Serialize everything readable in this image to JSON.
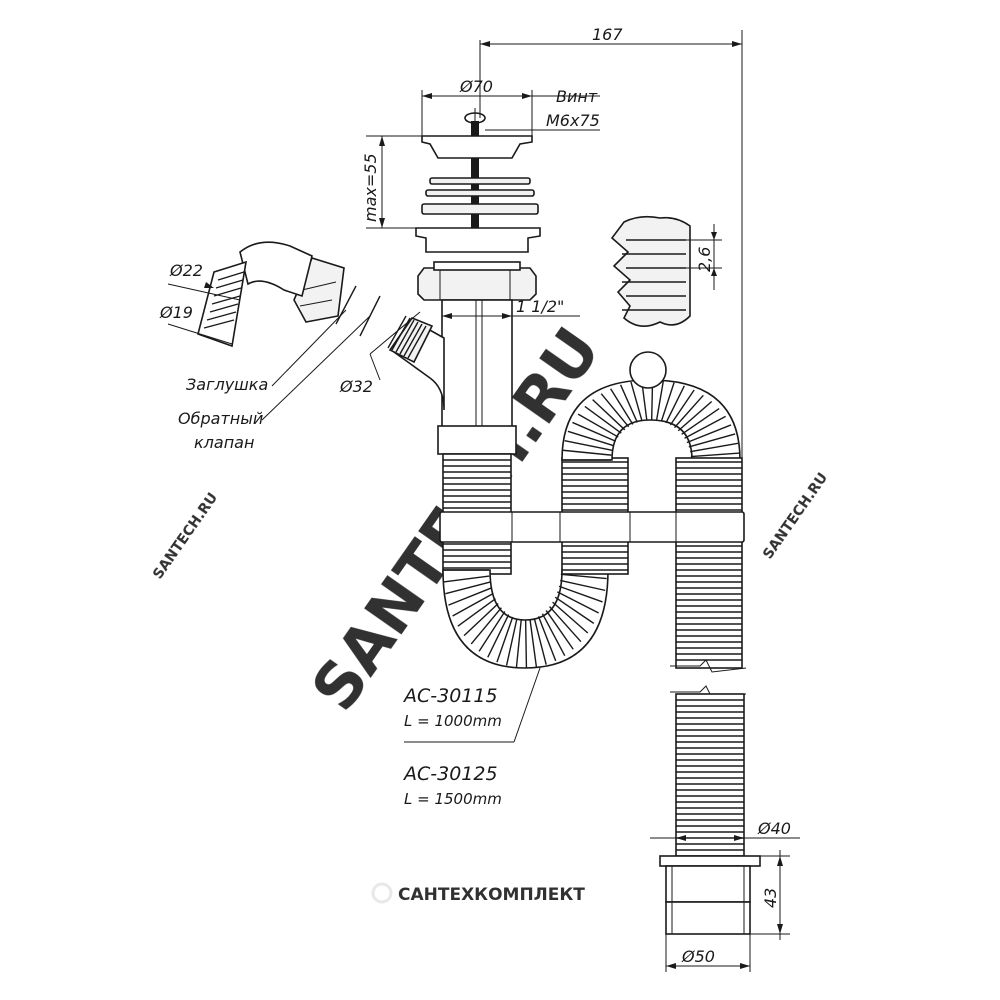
{
  "dimensions": {
    "width_total": "167",
    "flange_diameter": "Ø70",
    "screw_title": "Винт",
    "screw_spec": "M6x75",
    "max_height": "max=55",
    "thread": "1 1/2\"",
    "outlet_diameter": "Ø32",
    "hose_outer": "Ø22",
    "hose_inner": "Ø19",
    "rib_pitch": "2,6",
    "corrugated_diameter": "Ø40",
    "end_height": "43",
    "end_diameter": "Ø50"
  },
  "labels": {
    "plug": "Заглушка",
    "valve_line1": "Обратный",
    "valve_line2": "клапан"
  },
  "models": [
    {
      "code": "AC-30115",
      "length": "L = 1000mm"
    },
    {
      "code": "AC-30125",
      "length": "L = 1500mm"
    }
  ],
  "watermarks": {
    "brand": "SANTECH.RU",
    "company": "САНТЕХКОМПЛЕКТ"
  },
  "colors": {
    "line": "#1a1a1a",
    "fill": "#f2f2f2",
    "watermark": "#e6e6e6"
  }
}
